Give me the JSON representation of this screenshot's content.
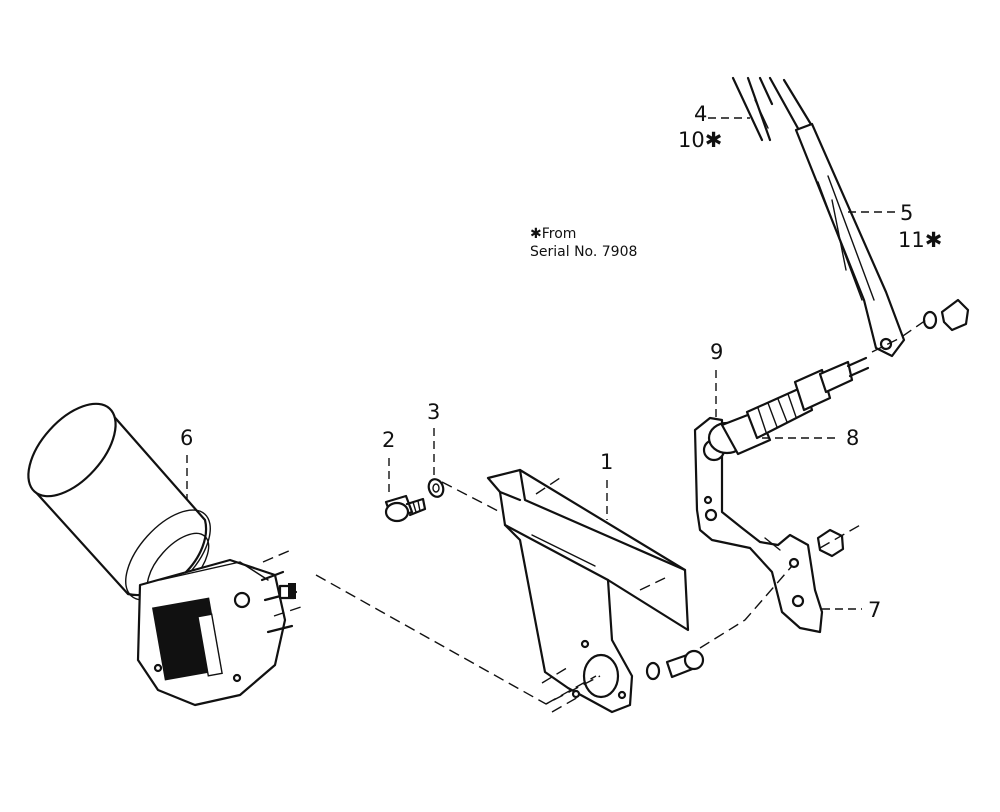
{
  "diagram": {
    "note": {
      "line1": "✱From",
      "line2": "Serial No. 7908"
    },
    "callouts": {
      "c1": "1",
      "c2": "2",
      "c3": "3",
      "c4": "4",
      "c10": "10✱",
      "c5": "5",
      "c11": "11✱",
      "c6": "6",
      "c7": "7",
      "c8": "8",
      "c9": "9"
    }
  }
}
